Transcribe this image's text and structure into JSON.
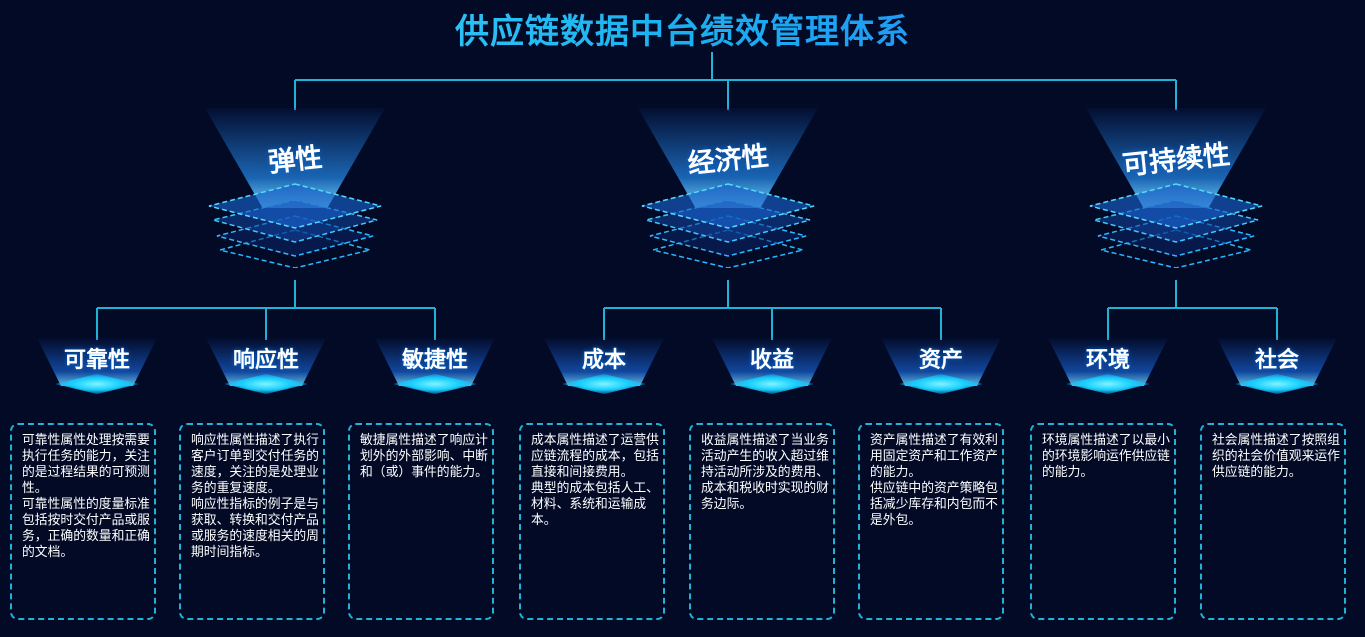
{
  "title": "供应链数据中台绩效管理体系",
  "colors": {
    "title": "#1fc8f0",
    "line": "#1fb3d6",
    "background": "#020a26"
  },
  "categories": [
    {
      "name": "弹性",
      "items": [
        {
          "name": "可靠性",
          "desc": "可靠性属性处理按需要执行任务的能力，关注的是过程结果的可预测性。\n可靠性属性的度量标准包括按时交付产品或服务，正确的数量和正确的文档。"
        },
        {
          "name": "响应性",
          "desc": "响应性属性描述了执行客户订单到交付任务的速度，关注的是处理业务的重复速度。\n响应性指标的例子是与获取、转换和交付产品或服务的速度相关的周期时间指标。"
        },
        {
          "name": "敏捷性",
          "desc": "敏捷属性描述了响应计划外的外部影响、中断和（或）事件的能力。"
        }
      ]
    },
    {
      "name": "经济性",
      "items": [
        {
          "name": "成本",
          "desc": "成本属性描述了运营供应链流程的成本，包括直接和间接费用。\n典型的成本包括人工、材料、系统和运输成本。"
        },
        {
          "name": "收益",
          "desc": "收益属性描述了当业务活动产生的收入超过维持活动所涉及的费用、成本和税收时实现的财务边际。"
        },
        {
          "name": "资产",
          "desc": "资产属性描述了有效利用固定资产和工作资产的能力。\n供应链中的资产策略包括减少库存和内包而不是外包。"
        }
      ]
    },
    {
      "name": "可持续性",
      "items": [
        {
          "name": "环境",
          "desc": "环境属性描述了以最小的环境影响运作供应链的能力。"
        },
        {
          "name": "社会",
          "desc": "社会属性描述了按照组织的社会价值观来运作供应链的能力。"
        }
      ]
    }
  ]
}
